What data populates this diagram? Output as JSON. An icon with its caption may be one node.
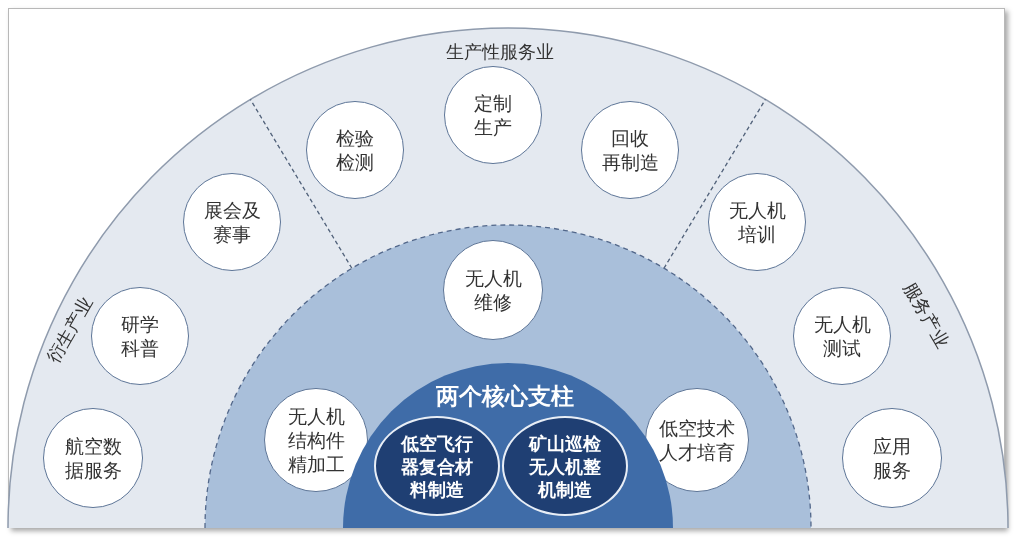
{
  "diagram": {
    "nodes": [
      {
        "text": [
          "衍生产业"
        ]
      },
      {
        "text": [
          "航空数据服务"
        ],
        "in": 0
      },
      {
        "text": [
          "研学科普"
        ],
        "in": 0
      },
      {
        "text": [
          "展会及赛事"
        ],
        "in": 0
      },
      {
        "text": [
          "生产性服务业"
        ]
      },
      {
        "text": [
          "检验检测"
        ],
        "in": 4
      },
      {
        "text": [
          "定制生产"
        ],
        "in": 4
      },
      {
        "text": [
          "回收再制造"
        ],
        "in": 4
      },
      {
        "text": [
          "服务产业"
        ]
      },
      {
        "text": [
          "无人机培训"
        ],
        "in": 8
      },
      {
        "text": [
          "无人机测试"
        ],
        "in": 8
      },
      {
        "text": [
          "应用服务"
        ],
        "in": 8
      },
      {
        "text": [],
        "shape": "semicircle"
      },
      {
        "text": [
          "无人机维修"
        ],
        "in": 12
      },
      {
        "text": [
          "无人机结构件精加工"
        ],
        "in": 12
      },
      {
        "text": [
          "低空技术人才培育"
        ],
        "in": 12
      },
      {
        "text": [
          "两个核心支柱"
        ],
        "in": 12
      },
      {
        "text": [
          "低空飞行器复合材料制造"
        ],
        "in": 16
      },
      {
        "text": [
          "矿山巡检无人机整机制造"
        ],
        "in": 16
      }
    ]
  }
}
